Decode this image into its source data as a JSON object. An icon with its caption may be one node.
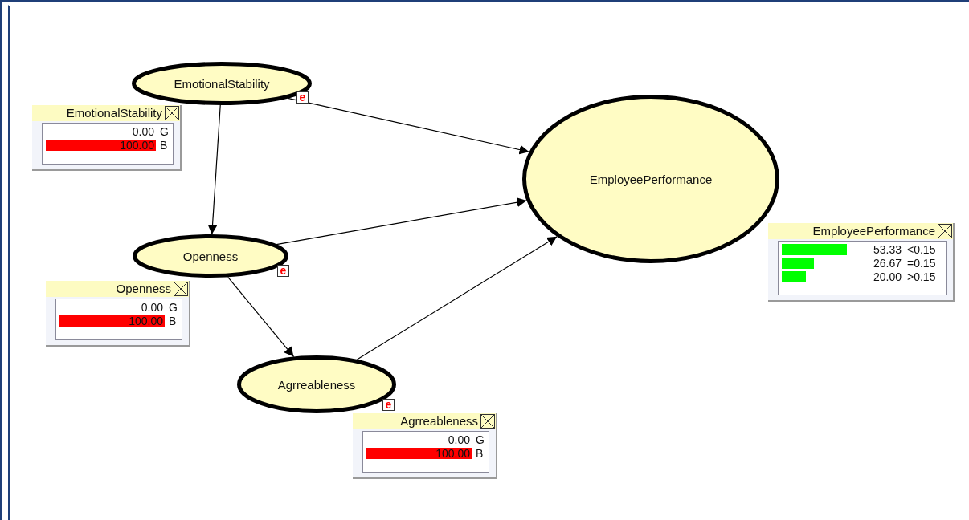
{
  "diagram": {
    "nodes": [
      {
        "text": [
          "EmotionalStability"
        ]
      },
      {
        "text": [
          "EmotionalStability",
          "0.00",
          "G",
          "100.00",
          "B"
        ]
      },
      {
        "text": [
          "EmployeePerformance"
        ]
      },
      {
        "text": [
          "Openness"
        ]
      },
      {
        "text": [
          "EmployeePerformance",
          "53.33",
          "<0.15",
          "26.67",
          "=0.15",
          "20.00",
          ">0.15"
        ]
      },
      {
        "text": [
          "Openness",
          "0.00",
          "G",
          "100.00",
          "B"
        ]
      },
      {
        "text": [
          "Agrreableness"
        ]
      },
      {
        "text": [
          "Agrreableness",
          "0.00",
          "G",
          "100.00",
          "B"
        ]
      }
    ],
    "edges": [
      {
        "from": 0,
        "to": 2,
        "arrow": "to"
      },
      {
        "from": 0,
        "to": 3,
        "arrow": "to"
      },
      {
        "from": 3,
        "to": 2,
        "arrow": "to"
      },
      {
        "from": 3,
        "to": 6,
        "arrow": "to"
      },
      {
        "from": 6,
        "to": 2,
        "arrow": "to"
      }
    ],
    "labels": [
      "e",
      "e",
      "e"
    ]
  }
}
